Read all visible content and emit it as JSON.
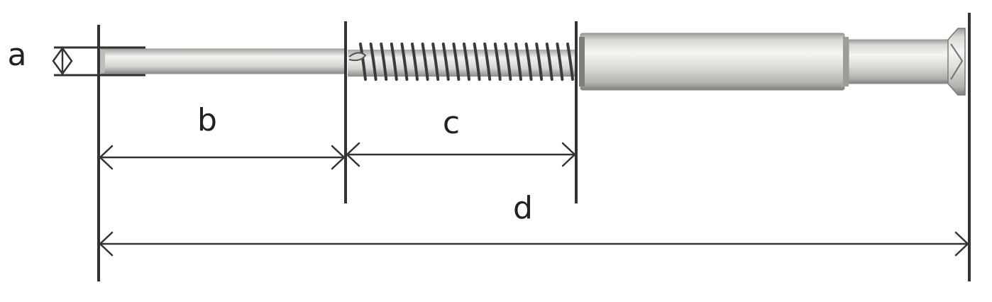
{
  "labels": {
    "a": "a",
    "b": "b",
    "c": "c",
    "d": "d"
  },
  "colors": {
    "line": "#333333",
    "metal_light": "#e9e9e6",
    "metal_mid": "#c8c8c4",
    "metal_dark": "#8f8f8b",
    "thread": "#3b3b3b"
  }
}
